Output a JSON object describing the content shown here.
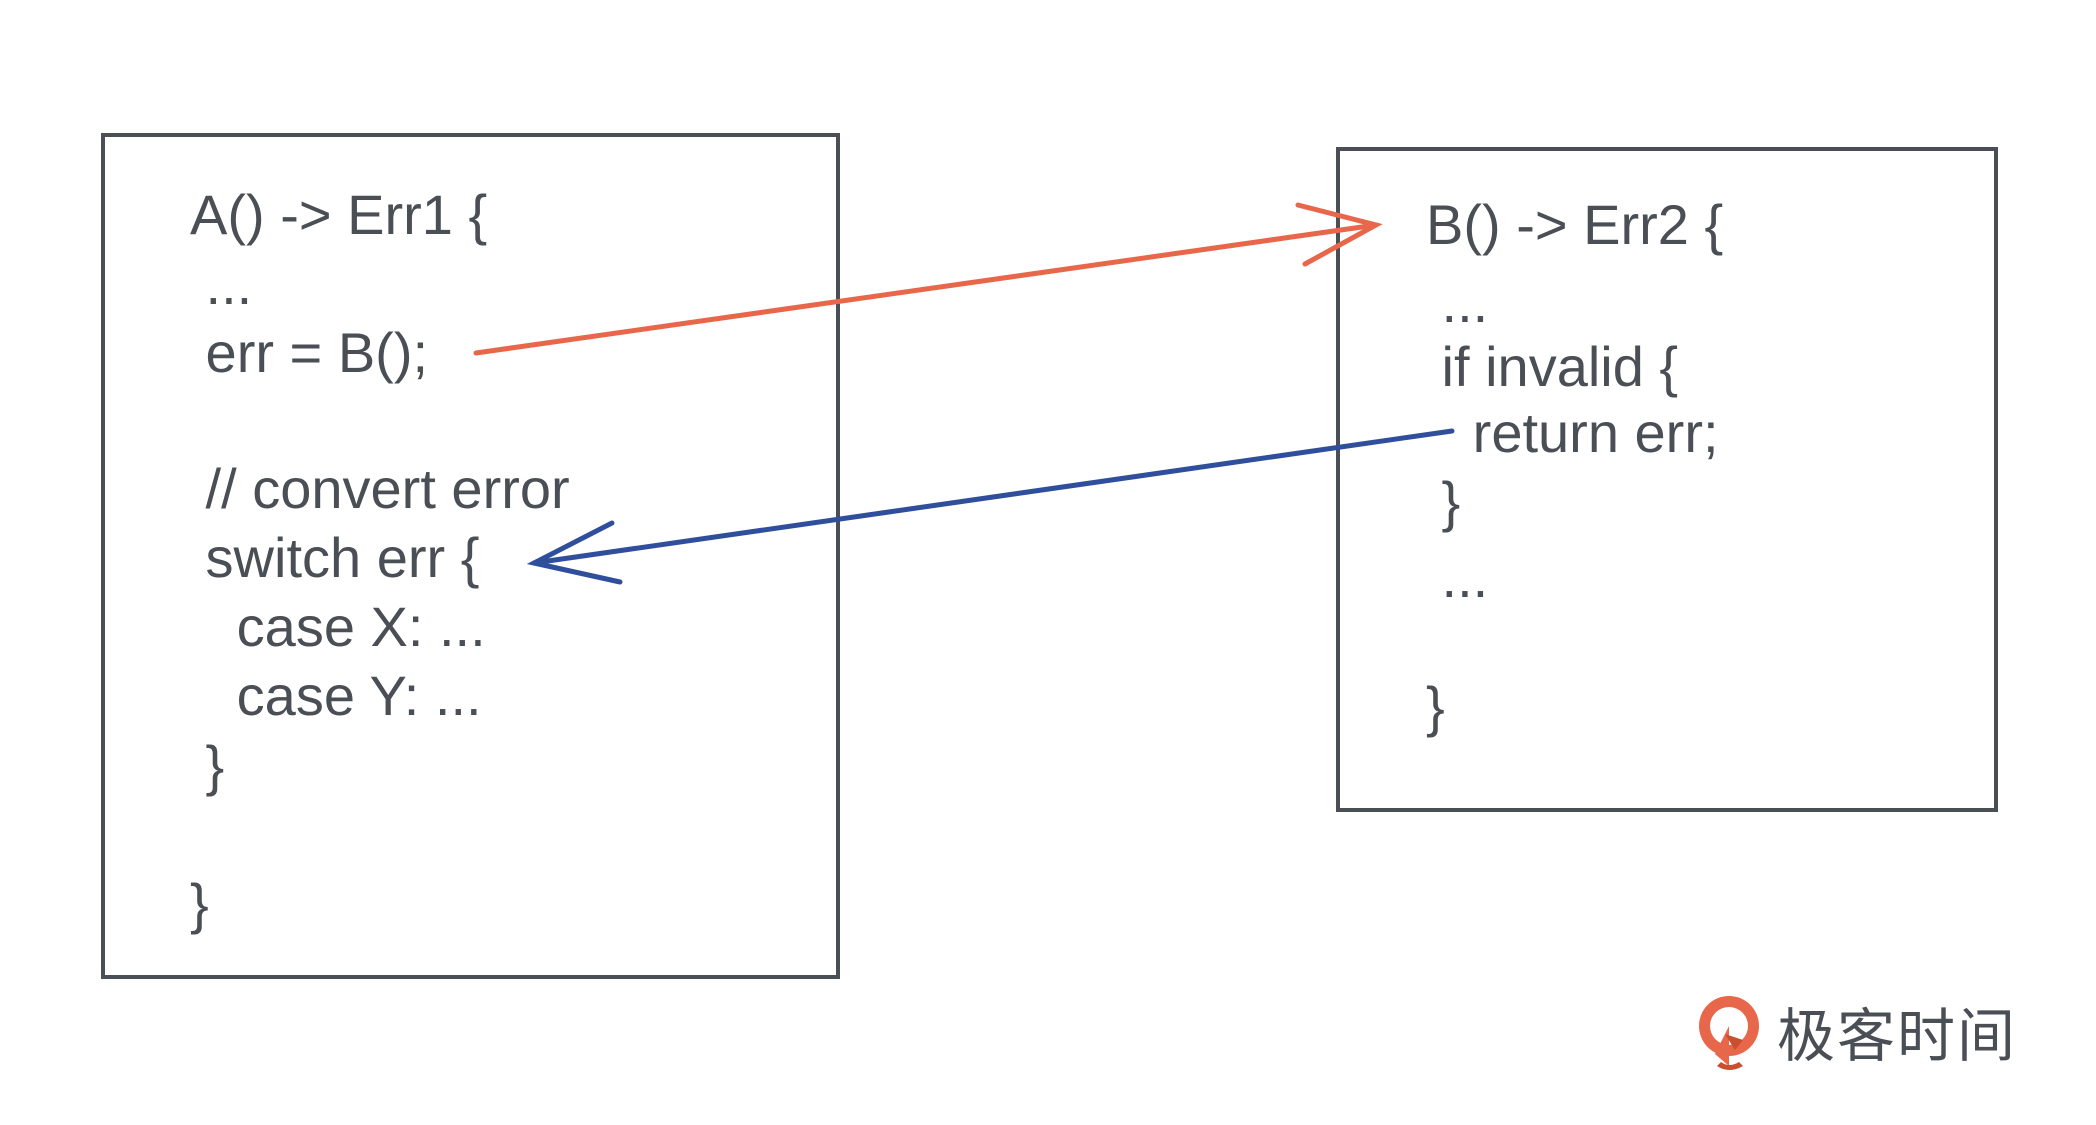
{
  "diagram": {
    "box_a": {
      "lines": [
        "A() -> Err1 {",
        " ...",
        " err = B();",
        "",
        " // convert error",
        " switch err {",
        "   case X: ...",
        "   case Y: ...",
        " }",
        "",
        "}"
      ]
    },
    "box_b": {
      "lines": [
        "B() -> Err2 {",
        " ...",
        " if invalid {",
        "   return err;",
        " }",
        " ...",
        "",
        "}"
      ]
    },
    "arrows": [
      {
        "name": "call-arrow",
        "from": "err = B();",
        "to": "B() -> Err2 {",
        "color": "#e8674a"
      },
      {
        "name": "return-arrow",
        "from": "return err;",
        "to": "switch err {",
        "color": "#2f4f9c"
      }
    ]
  },
  "watermark": {
    "text": "极客时间",
    "brand_color": "#e8674a"
  }
}
